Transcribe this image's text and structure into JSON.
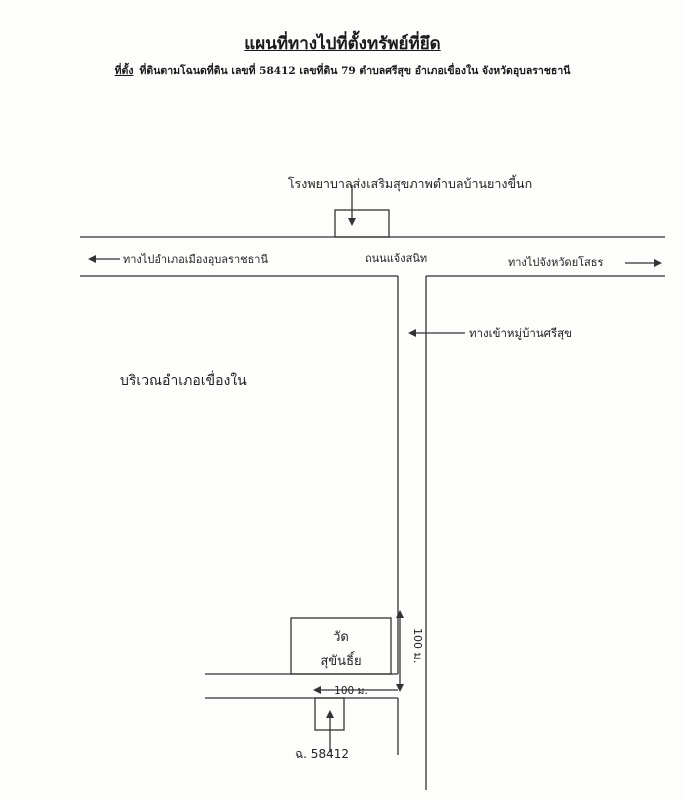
{
  "title": "แผนที่ทางไปที่ตั้งทรัพย์ที่ยึด",
  "subtitle_label": "ที่ตั้ง",
  "subtitle_text": "ที่ดินตามโฉนดที่ดิน เลขที่ 58412 เลขที่ดิน 79 ตำบลศรีสุข อำเภอเขื่องใน จังหวัดอุบลราชธานี",
  "labels": {
    "hospital": "โรงพยาบาลส่งเสริมสุขภาพตำบลบ้านยางขี้นก",
    "to_ubon": "ทางไปอำเภอเมืองอุบลราชธานี",
    "road_name": "ถนนแจ้งสนิท",
    "to_yasothon": "ทางไปจังหวัดยโสธร",
    "to_village": "ทางเข้าหมู่บ้านศรีสุข",
    "district_area": "บริเวณอำเภอเขื่องใน",
    "temple_line1": "วัด",
    "temple_line2": "สุขันธิ์ย",
    "dist_vertical": "100 ม.",
    "dist_horizontal": "100 ม.",
    "parcel": "ฉ. 58412"
  }
}
